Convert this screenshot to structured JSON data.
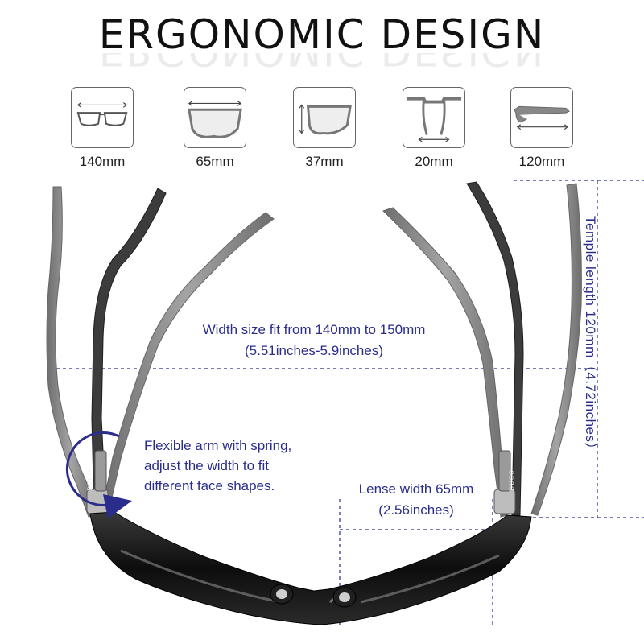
{
  "title": "ERGONOMIC  DESIGN",
  "measurements": [
    {
      "value": "140mm",
      "icon": "frame-width-icon"
    },
    {
      "value": "65mm",
      "icon": "lens-width-icon"
    },
    {
      "value": "37mm",
      "icon": "lens-height-icon"
    },
    {
      "value": "20mm",
      "icon": "bridge-width-icon"
    },
    {
      "value": "120mm",
      "icon": "temple-length-icon"
    }
  ],
  "annotations": {
    "width_fit_line1": "Width size fit from 140mm to 150mm",
    "width_fit_line2": "(5.51inches-5.9inches)",
    "spring_line1": "Flexible arm with spring,",
    "spring_line2": "adjust the width to fit",
    "spring_line3": "different face shapes.",
    "lens_line1": "Lense width 65mm",
    "lens_line2": "(2.56inches)",
    "temple": "Temple length 120mm（4.72inches）"
  },
  "brand_mark": "DUCO",
  "colors": {
    "annotation": "#2a2d8c",
    "frame": "#1a1a1a",
    "arm_light": "#8a8a8a",
    "arm_dark": "#3a3a3a"
  }
}
